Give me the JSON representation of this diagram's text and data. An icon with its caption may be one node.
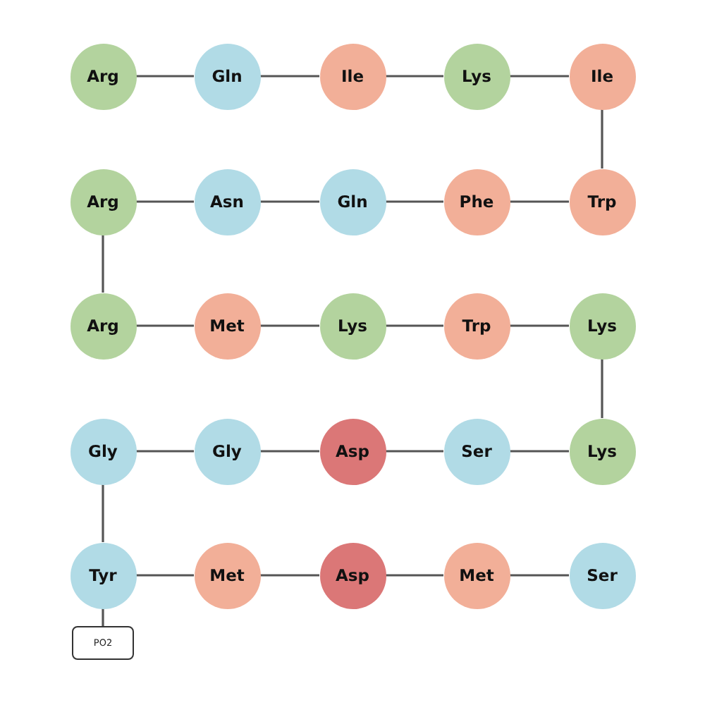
{
  "diagram": {
    "nodes": [
      {
        "text": [
          "Arg"
        ]
      },
      {
        "text": [
          "Gln"
        ]
      },
      {
        "text": [
          "Ile"
        ]
      },
      {
        "text": [
          "Lys"
        ]
      },
      {
        "text": [
          "Ile"
        ]
      },
      {
        "text": [
          "Arg"
        ]
      },
      {
        "text": [
          "Asn"
        ]
      },
      {
        "text": [
          "Gln"
        ]
      },
      {
        "text": [
          "Phe"
        ]
      },
      {
        "text": [
          "Trp"
        ]
      },
      {
        "text": [
          "Arg"
        ]
      },
      {
        "text": [
          "Met"
        ]
      },
      {
        "text": [
          "Lys"
        ]
      },
      {
        "text": [
          "Trp"
        ]
      },
      {
        "text": [
          "Lys"
        ]
      },
      {
        "text": [
          "Gly"
        ]
      },
      {
        "text": [
          "Gly"
        ]
      },
      {
        "text": [
          "Asp"
        ]
      },
      {
        "text": [
          "Ser"
        ]
      },
      {
        "text": [
          "Lys"
        ]
      },
      {
        "text": [
          "Tyr"
        ]
      },
      {
        "text": [
          "Met"
        ]
      },
      {
        "text": [
          "Asp"
        ]
      },
      {
        "text": [
          "Met"
        ]
      },
      {
        "text": [
          "Ser"
        ]
      },
      {
        "text": [
          "PO2"
        ]
      }
    ],
    "edges": [
      {
        "from": 0,
        "to": 1,
        "arrow": "none"
      },
      {
        "from": 1,
        "to": 2,
        "arrow": "none"
      },
      {
        "from": 2,
        "to": 3,
        "arrow": "none"
      },
      {
        "from": 3,
        "to": 4,
        "arrow": "none"
      },
      {
        "from": 4,
        "to": 9,
        "arrow": "none"
      },
      {
        "from": 9,
        "to": 8,
        "arrow": "none"
      },
      {
        "from": 8,
        "to": 7,
        "arrow": "none"
      },
      {
        "from": 7,
        "to": 6,
        "arrow": "none"
      },
      {
        "from": 6,
        "to": 5,
        "arrow": "none"
      },
      {
        "from": 5,
        "to": 10,
        "arrow": "none"
      },
      {
        "from": 10,
        "to": 11,
        "arrow": "none"
      },
      {
        "from": 11,
        "to": 12,
        "arrow": "none"
      },
      {
        "from": 12,
        "to": 13,
        "arrow": "none"
      },
      {
        "from": 13,
        "to": 14,
        "arrow": "none"
      },
      {
        "from": 14,
        "to": 19,
        "arrow": "none"
      },
      {
        "from": 19,
        "to": 18,
        "arrow": "none"
      },
      {
        "from": 18,
        "to": 17,
        "arrow": "none"
      },
      {
        "from": 17,
        "to": 16,
        "arrow": "none"
      },
      {
        "from": 16,
        "to": 15,
        "arrow": "none"
      },
      {
        "from": 15,
        "to": 20,
        "arrow": "none"
      },
      {
        "from": 20,
        "to": 21,
        "arrow": "none"
      },
      {
        "from": 21,
        "to": 22,
        "arrow": "none"
      },
      {
        "from": 22,
        "to": 23,
        "arrow": "none"
      },
      {
        "from": 23,
        "to": 24,
        "arrow": "none"
      },
      {
        "from": 20,
        "to": 25,
        "arrow": "none"
      }
    ]
  }
}
